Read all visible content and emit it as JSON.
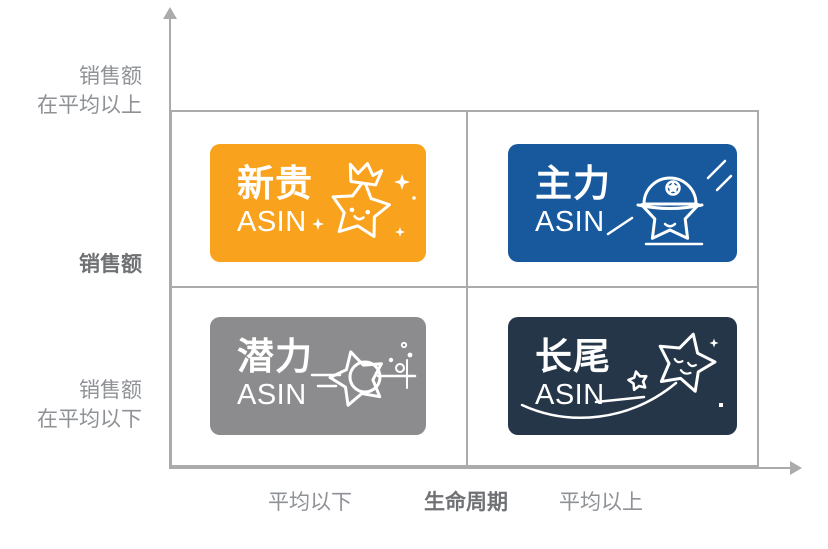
{
  "chart": {
    "title_semantic": "ASIN lifecycle vs sales 2x2 quadrant diagram",
    "y_axis": {
      "name": "销售额",
      "top_label": [
        "销售额",
        "在平均以上"
      ],
      "mid_label": "销售额",
      "bottom_label": [
        "销售额",
        "在平均以下"
      ]
    },
    "x_axis": {
      "name": "生命周期",
      "left_label": "平均以下",
      "mid_label": "生命周期",
      "right_label": "平均以上"
    },
    "quadrants": {
      "top_left": {
        "title": "新贵",
        "subtitle": "ASIN",
        "color": "#F9A21D",
        "icon": "crowned-star-icon"
      },
      "top_right": {
        "title": "主力",
        "subtitle": "ASIN",
        "color": "#17599C",
        "icon": "helmet-star-icon"
      },
      "bottom_left": {
        "title": "潜力",
        "subtitle": "ASIN",
        "color": "#8C8C8E",
        "icon": "diving-star-icon"
      },
      "bottom_right": {
        "title": "长尾",
        "subtitle": "ASIN",
        "color": "#253649",
        "icon": "shooting-star-icon"
      }
    },
    "colors": {
      "axis_line": "#ABABAB",
      "label_gray": "#8E9196",
      "label_dark_bold": "#6F7174",
      "card_text": "#FFFFFF"
    }
  }
}
